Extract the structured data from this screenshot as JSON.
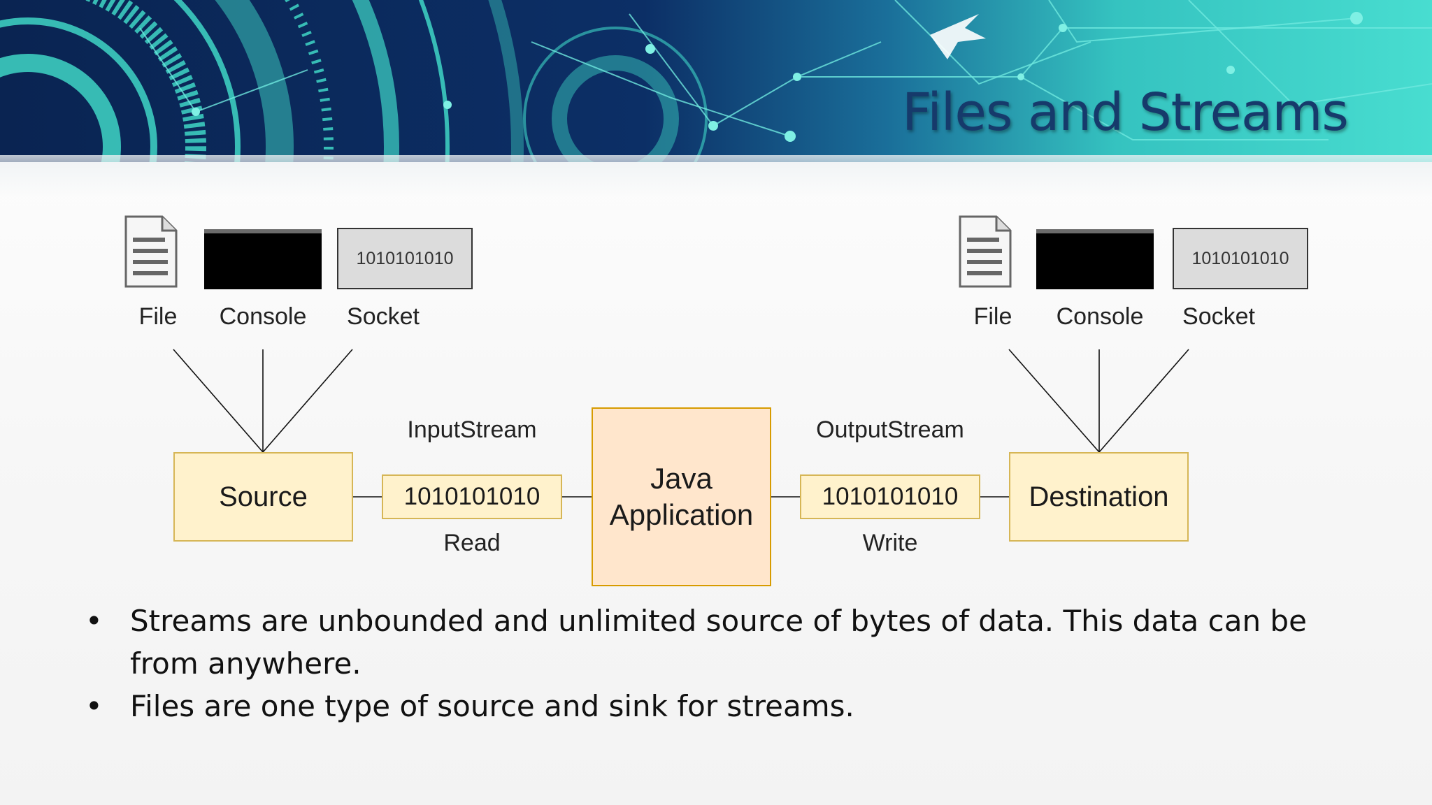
{
  "slide": {
    "title": "Files and Streams"
  },
  "diagram": {
    "sources": [
      {
        "label": "File",
        "icon": "document-icon"
      },
      {
        "label": "Console",
        "icon": "console-window"
      },
      {
        "label": "Socket",
        "icon": "socket-box",
        "text": "1010101010"
      }
    ],
    "destinations": [
      {
        "label": "File",
        "icon": "document-icon"
      },
      {
        "label": "Console",
        "icon": "console-window"
      },
      {
        "label": "Socket",
        "icon": "socket-box",
        "text": "1010101010"
      }
    ],
    "source_label": "Source",
    "destination_label": "Destination",
    "app_label_line1": "Java",
    "app_label_line2": "Application",
    "input_stream": {
      "name": "InputStream",
      "bits": "1010101010",
      "action": "Read"
    },
    "output_stream": {
      "name": "OutputStream",
      "bits": "1010101010",
      "action": "Write"
    }
  },
  "bullets": [
    {
      "marker": "•",
      "line1": "Streams are unbounded and unlimited source of bytes of data. This data can be",
      "line2": "from anywhere."
    },
    {
      "marker": "•",
      "line1": "Files are one type of source and sink for streams."
    }
  ],
  "colors": {
    "banner_dark": "#0b2a5c",
    "banner_teal": "#3fd6c6",
    "title": "#163a6b",
    "yellow_fill": "#fff2cc",
    "yellow_border": "#d6b656",
    "orange_fill": "#ffe6cc",
    "orange_border": "#d79b00"
  }
}
